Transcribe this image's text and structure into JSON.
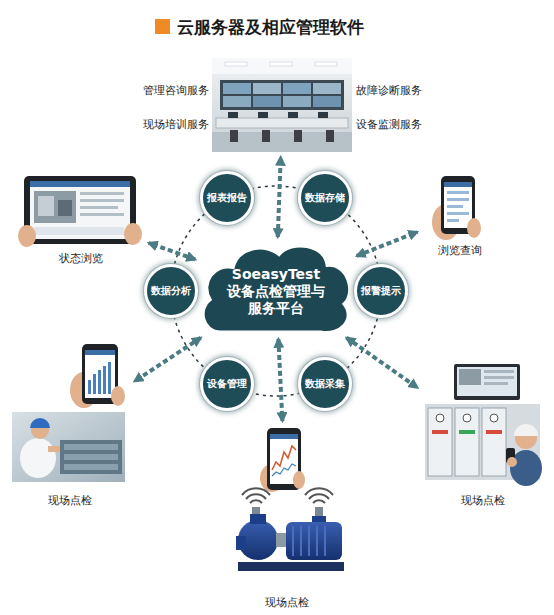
{
  "diagram": {
    "title": "云服务器及相应管理软件",
    "nodes": [
      {
        "text": [
          "管理咨询服务",
          "现场培训服务",
          "故障诊断服务",
          "设备监测服务"
        ]
      },
      {
        "text": [
          "状态浏览"
        ]
      },
      {
        "text": [
          "浏览查询"
        ]
      },
      {
        "text": [
          "报表报告"
        ]
      },
      {
        "text": [
          "数据存储"
        ]
      },
      {
        "text": [
          "SoeasyTest 设备点检管理与 服务平台"
        ]
      },
      {
        "text": [
          "数据分析"
        ]
      },
      {
        "text": [
          "报警提示"
        ]
      },
      {
        "text": [
          "设备管理"
        ]
      },
      {
        "text": [
          "数据采集"
        ]
      },
      {
        "text": [
          "现场点检"
        ]
      },
      {
        "text": [
          "现场点检"
        ]
      },
      {
        "text": [
          "现场点检"
        ]
      }
    ],
    "edges": [
      {
        "from": 5,
        "to": 0,
        "arrow": "both"
      },
      {
        "from": 5,
        "to": 1,
        "arrow": "both"
      },
      {
        "from": 5,
        "to": 2,
        "arrow": "both"
      },
      {
        "from": 5,
        "to": 10,
        "arrow": "both"
      },
      {
        "from": 5,
        "to": 11,
        "arrow": "both"
      },
      {
        "from": 5,
        "to": 12,
        "arrow": "both"
      }
    ]
  }
}
